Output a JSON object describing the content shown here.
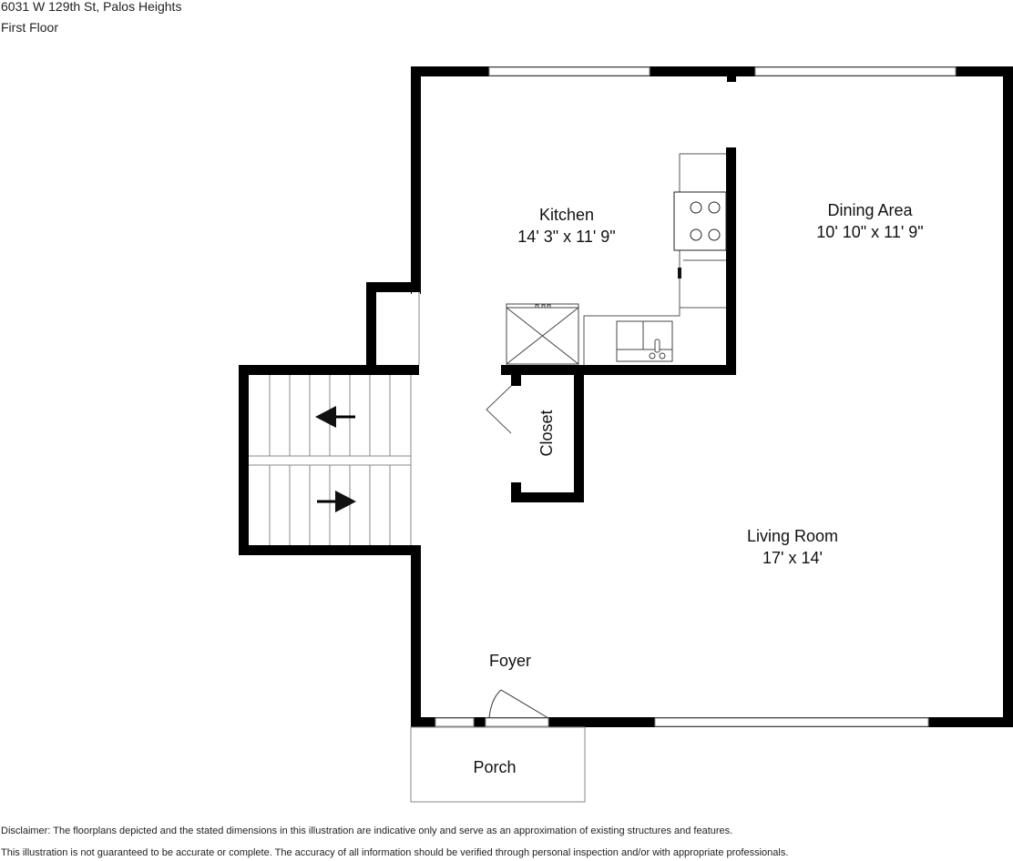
{
  "header": {
    "address": "6031 W 129th St, Palos Heights",
    "floor": "First Floor"
  },
  "rooms": {
    "kitchen": {
      "name": "Kitchen",
      "dimensions": "14' 3\" x 11' 9\""
    },
    "dining": {
      "name": "Dining Area",
      "dimensions": "10' 10\" x 11' 9\""
    },
    "living": {
      "name": "Living Room",
      "dimensions": "17' x 14'"
    },
    "closet": {
      "name": "Closet"
    },
    "foyer": {
      "name": "Foyer"
    },
    "porch": {
      "name": "Porch"
    }
  },
  "disclaimer": {
    "line1": "Disclaimer: The floorplans depicted and the stated dimensions in this illustration are indicative only and serve as an approximation of existing structures and features.",
    "line2": "This illustration is not guaranteed to be accurate or complete. The accuracy of all information should be verified through personal inspection and/or with appropriate professionals."
  },
  "colors": {
    "wall": "#000000",
    "fixture_line": "#555555",
    "background": "#ffffff"
  }
}
